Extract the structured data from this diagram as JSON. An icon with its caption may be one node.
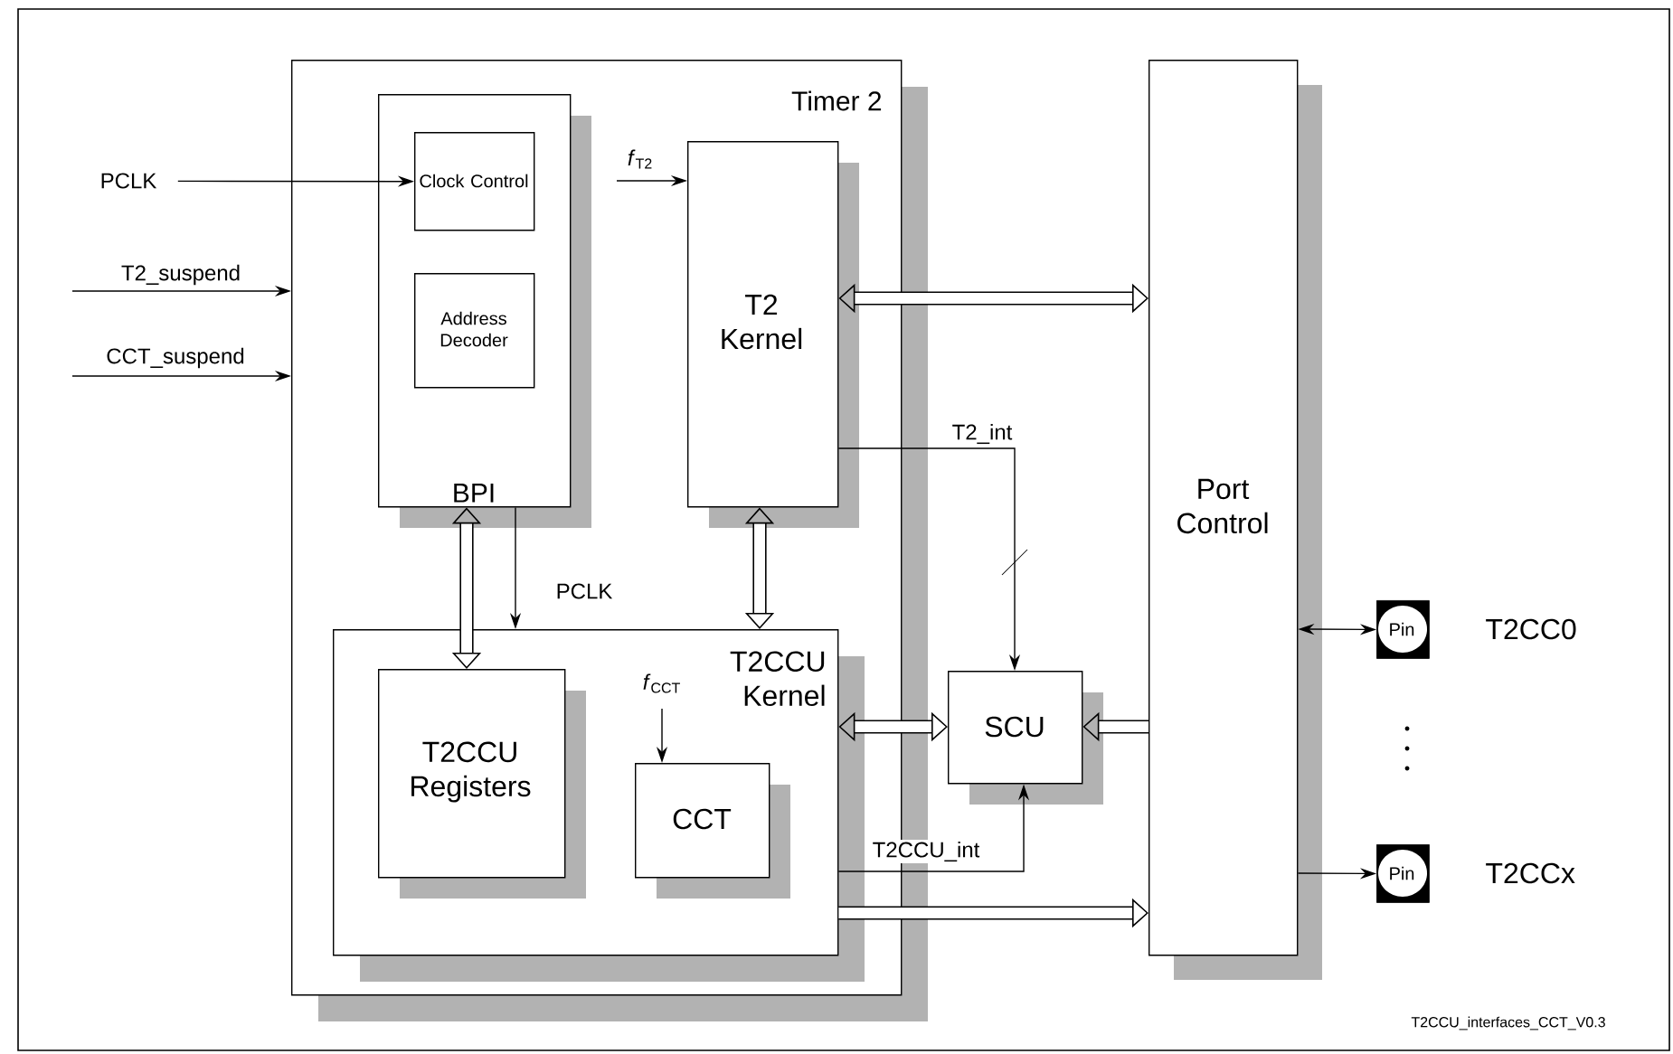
{
  "diagram": {
    "nodes": [
      {
        "text": [
          "Timer 2"
        ]
      },
      {
        "text": [
          "BPI"
        ],
        "in": 0
      },
      {
        "text": [
          "Clock Control"
        ],
        "in": 1
      },
      {
        "text": [
          "Address Decoder"
        ],
        "in": 1
      },
      {
        "text": [
          "T2 Kernel"
        ],
        "in": 0
      },
      {
        "text": [
          "T2CCU Kernel"
        ],
        "in": 0
      },
      {
        "text": [
          "T2CCU Registers"
        ],
        "in": 5
      },
      {
        "text": [
          "CCT"
        ],
        "in": 5
      },
      {
        "text": [
          "SCU"
        ]
      },
      {
        "text": [
          "Port Control"
        ]
      },
      {
        "text": [
          "Pin"
        ],
        "beside": [
          "T2CC0"
        ]
      },
      {
        "text": [
          "Pin"
        ],
        "beside": [
          "T2CCx"
        ]
      },
      {
        "text": [
          "PCLK"
        ]
      }
    ],
    "edges": [
      {
        "from": 12,
        "to": 2,
        "arrow": "to"
      },
      {
        "from": null,
        "to": 0,
        "arrow": "to",
        "label": "T2_suspend"
      },
      {
        "from": null,
        "to": 0,
        "arrow": "to",
        "label": "CCT_suspend"
      },
      {
        "from": null,
        "to": 4,
        "arrow": "to",
        "label": "*f*$_{T2}$"
      },
      {
        "from": 4,
        "to": 9,
        "arrow": "both",
        "style": "thick"
      },
      {
        "from": 4,
        "to": 8,
        "arrow": "to",
        "label": "T2_int"
      },
      {
        "from": 1,
        "to": 6,
        "arrow": "both",
        "style": "thick"
      },
      {
        "from": 1,
        "to": 5,
        "arrow": "to",
        "label": "PCLK"
      },
      {
        "from": 4,
        "to": 5,
        "arrow": "both",
        "style": "thick"
      },
      {
        "from": null,
        "to": 7,
        "arrow": "to",
        "label": "*f*$_{CCT}$"
      },
      {
        "from": 8,
        "to": 5,
        "arrow": "both",
        "style": "thick"
      },
      {
        "from": 9,
        "to": 8,
        "arrow": "to",
        "style": "thick"
      },
      {
        "from": 5,
        "to": 8,
        "arrow": "to",
        "label": "T2CCU_int"
      },
      {
        "from": 5,
        "to": 9,
        "arrow": "to",
        "style": "thick"
      },
      {
        "from": 9,
        "to": 10,
        "arrow": "both"
      },
      {
        "from": 9,
        "to": 11,
        "arrow": "to"
      }
    ],
    "labels": [
      "T2CCU_interfaces_CCT_V0.3"
    ]
  }
}
